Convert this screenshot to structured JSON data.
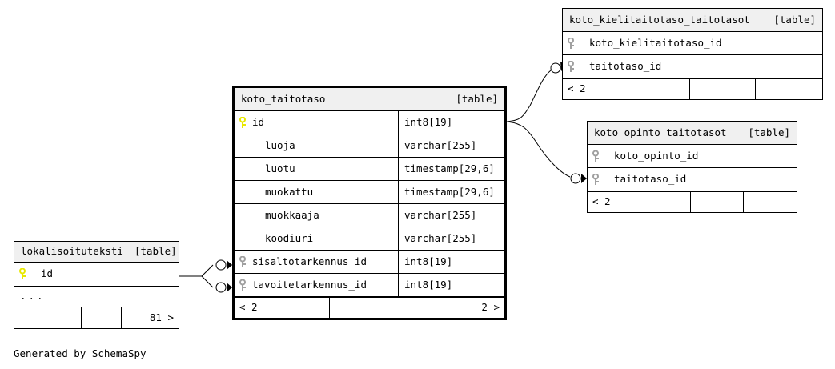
{
  "diagram": {
    "kind": "schemaspy-relationships-diagram",
    "footer_note": "Generated by SchemaSpy",
    "table_tag": "[table]",
    "ellipsis": "...",
    "colors": {
      "primary_key": "#e8e800",
      "foreign_key": "#a0a0a0",
      "header_background": "#f0f0f0",
      "border": "#000000",
      "background": "#ffffff"
    }
  },
  "tables": {
    "koto_taitotaso": {
      "name": "koto_taitotaso",
      "tag": "[table]",
      "focal": true,
      "columns": [
        {
          "key": "primary",
          "name": "id",
          "type": "int8[19]"
        },
        {
          "key": "none",
          "name": "luoja",
          "type": "varchar[255]"
        },
        {
          "key": "none",
          "name": "luotu",
          "type": "timestamp[29,6]"
        },
        {
          "key": "none",
          "name": "muokattu",
          "type": "timestamp[29,6]"
        },
        {
          "key": "none",
          "name": "muokkaaja",
          "type": "varchar[255]"
        },
        {
          "key": "none",
          "name": "koodiuri",
          "type": "varchar[255]"
        },
        {
          "key": "foreign",
          "name": "sisaltotarkennus_id",
          "type": "int8[19]"
        },
        {
          "key": "foreign",
          "name": "tavoitetarkennus_id",
          "type": "int8[19]"
        }
      ],
      "footer": {
        "parents": "< 2",
        "middle": "",
        "children": "2 >"
      }
    },
    "koto_kielitaitotaso_taitotasot": {
      "name": "koto_kielitaitotaso_taitotasot",
      "tag": "[table]",
      "focal": false,
      "columns": [
        {
          "key": "foreign",
          "name": "koto_kielitaitotaso_id",
          "type": ""
        },
        {
          "key": "foreign",
          "name": "taitotaso_id",
          "type": ""
        }
      ],
      "footer": {
        "parents": "< 2",
        "middle": "",
        "children": ""
      }
    },
    "koto_opinto_taitotasot": {
      "name": "koto_opinto_taitotasot",
      "tag": "[table]",
      "focal": false,
      "columns": [
        {
          "key": "foreign",
          "name": "koto_opinto_id",
          "type": ""
        },
        {
          "key": "foreign",
          "name": "taitotaso_id",
          "type": ""
        }
      ],
      "footer": {
        "parents": "< 2",
        "middle": "",
        "children": ""
      }
    },
    "lokalisoituteksti": {
      "name": "lokalisoituteksti",
      "tag": "[table]",
      "focal": false,
      "columns": [
        {
          "key": "primary",
          "name": "id",
          "type": ""
        }
      ],
      "has_ellipsis_row": true,
      "footer": {
        "parents": "",
        "middle": "",
        "children": "81 >"
      }
    }
  },
  "relationships": [
    {
      "from": "lokalisoituteksti.id",
      "to": "koto_taitotaso.sisaltotarkennus_id"
    },
    {
      "from": "lokalisoituteksti.id",
      "to": "koto_taitotaso.tavoitetarkennus_id"
    },
    {
      "from": "koto_taitotaso.id",
      "to": "koto_kielitaitotaso_taitotasot.taitotaso_id"
    },
    {
      "from": "koto_taitotaso.id",
      "to": "koto_opinto_taitotasot.taitotaso_id"
    }
  ]
}
